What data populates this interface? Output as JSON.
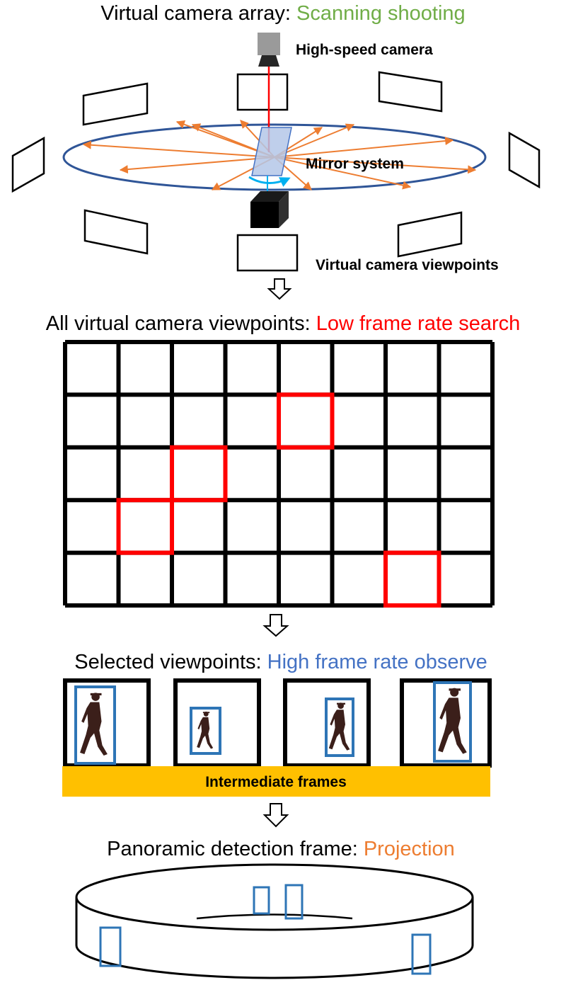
{
  "section1": {
    "title_prefix": "Virtual camera array: ",
    "title_highlight": "Scanning shooting",
    "highlight_color": "#70ad47",
    "labels": {
      "high_speed_camera": "High-speed camera",
      "mirror_system": "Mirror system",
      "virtual_viewpoints": "Virtual camera viewpoints"
    },
    "ray_color": "#ed7d31",
    "ellipse_color": "#2f5597",
    "beam_color": "#ff0000"
  },
  "section2": {
    "title_prefix": "All virtual camera viewpoints: ",
    "title_highlight": "Low frame rate search",
    "highlight_color": "#ff0000",
    "grid": {
      "rows": 5,
      "cols": 8,
      "selected_cells": [
        [
          1,
          4
        ],
        [
          2,
          2
        ],
        [
          3,
          1
        ],
        [
          4,
          6
        ]
      ]
    }
  },
  "section3": {
    "title_prefix": "Selected viewpoints: ",
    "title_highlight": "High frame rate observe",
    "highlight_color": "#4472c4",
    "box_color": "#2e75b6",
    "bar_label": "Intermediate frames",
    "bar_color": "#ffc000",
    "frames_count": 4,
    "person_icon": "walking-person-icon"
  },
  "section4": {
    "title_prefix": "Panoramic detection frame: ",
    "title_highlight": "Projection",
    "highlight_color": "#ed7d31",
    "box_color": "#2e75b6"
  },
  "icons": {
    "arrow": "hollow-down-arrow-icon",
    "camera": "camera-icon",
    "mirror": "mirror-icon",
    "motor": "motor-cube-icon",
    "rotation": "rotation-arrow-icon"
  }
}
